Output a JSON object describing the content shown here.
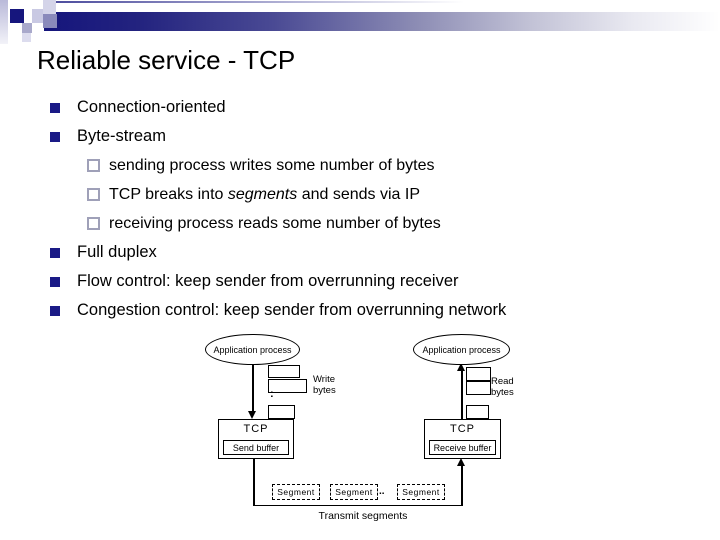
{
  "slide": {
    "title": "Reliable service - TCP",
    "bullets": [
      {
        "level": 1,
        "text": "Connection-oriented"
      },
      {
        "level": 1,
        "text": "Byte-stream"
      },
      {
        "level": 2,
        "text": "sending process writes some number of bytes"
      },
      {
        "level": 2,
        "parts": {
          "pre": "TCP breaks into ",
          "em": "segments",
          "post": " and sends via IP"
        }
      },
      {
        "level": 2,
        "text": "receiving process reads some number of bytes"
      },
      {
        "level": 1,
        "text": "Full duplex"
      },
      {
        "level": 1,
        "text": "Flow control: keep sender from overrunning receiver"
      },
      {
        "level": 1,
        "text": "Congestion control: keep sender from overrunning network"
      }
    ]
  },
  "diagram": {
    "sender": {
      "process": "Application process",
      "box": "TCP",
      "buffer": "Send buffer",
      "action_line1": "Write",
      "action_line2": "bytes",
      "vertical_dots": ":"
    },
    "receiver": {
      "process": "Application process",
      "box": "TCP",
      "buffer": "Receive buffer",
      "action_line1": "Read",
      "action_line2": "bytes"
    },
    "segments": {
      "labels": [
        "Segment",
        "Segment",
        "Segment"
      ],
      "dots": "..",
      "caption": "Transmit segments"
    }
  },
  "colors": {
    "accent_navy": "#15157C",
    "bullet_navy": "#1A1A86",
    "sub_bullet_border": "#9FA0B8",
    "text": "#000000"
  }
}
